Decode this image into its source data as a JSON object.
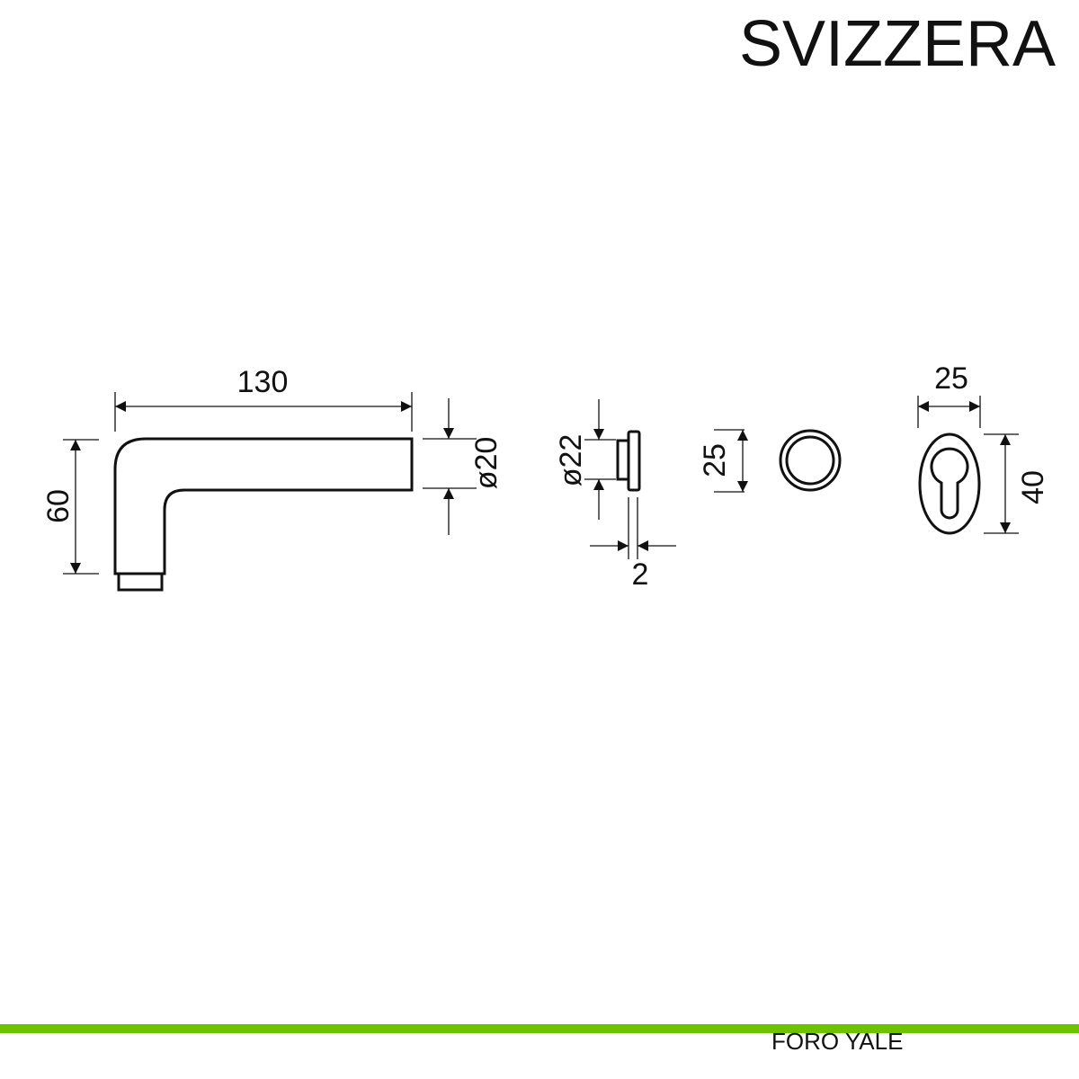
{
  "title": "SVIZZERA",
  "footer": "FORO YALE",
  "accent_color": "#6cc400",
  "dimensions": {
    "lever_length": "130",
    "lever_height": "60",
    "lever_diameter": "ø20",
    "rosette_diameter": "ø22",
    "rosette_thickness": "2",
    "rosette_front": "25",
    "escutcheon_width": "25",
    "escutcheon_height": "40"
  }
}
